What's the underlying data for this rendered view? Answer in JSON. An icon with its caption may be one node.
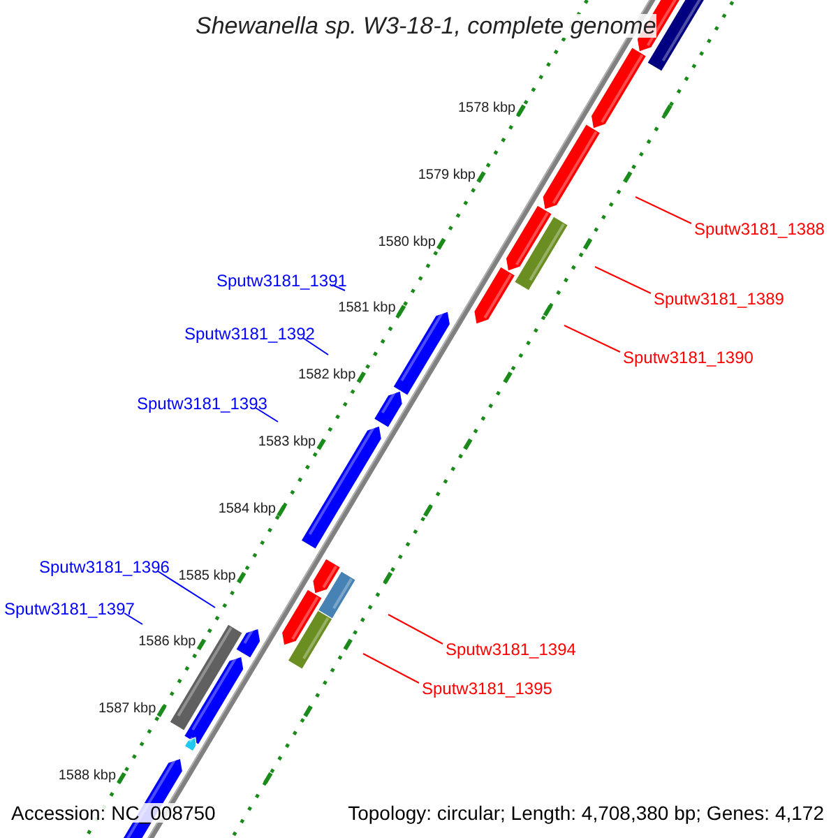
{
  "diagram": {
    "title": "Shewanella sp. W3-18-1, complete genome",
    "nodes": [
      {
        "text": [
          "Sputw3181_1388"
        ]
      },
      {
        "text": [
          "Sputw3181_1391"
        ]
      },
      {
        "text": [
          "Sputw3181_1389"
        ]
      },
      {
        "text": [
          "Sputw3181_1392"
        ]
      },
      {
        "text": [
          "Sputw3181_1390"
        ]
      },
      {
        "text": [
          "Sputw3181_1393"
        ]
      },
      {
        "text": [
          "Sputw3181_1396"
        ]
      },
      {
        "text": [
          "Sputw3181_1397"
        ]
      },
      {
        "text": [
          "Sputw3181_1394"
        ]
      },
      {
        "text": [
          "Sputw3181_1395"
        ]
      }
    ],
    "edges": [
      {
        "from": 0,
        "to": null,
        "arrow": "none",
        "color": "#ff0000"
      },
      {
        "from": 1,
        "to": null,
        "arrow": "none",
        "color": "#0000ff"
      },
      {
        "from": 2,
        "to": null,
        "arrow": "none",
        "color": "#ff0000"
      },
      {
        "from": 3,
        "to": null,
        "arrow": "none",
        "color": "#0000ff"
      },
      {
        "from": 4,
        "to": null,
        "arrow": "none",
        "color": "#ff0000"
      },
      {
        "from": 5,
        "to": null,
        "arrow": "none",
        "color": "#0000ff"
      },
      {
        "from": 6,
        "to": null,
        "arrow": "none",
        "color": "#0000ff"
      },
      {
        "from": 7,
        "to": null,
        "arrow": "none",
        "color": "#0000ff"
      },
      {
        "from": 8,
        "to": null,
        "arrow": "none",
        "color": "#ff0000"
      },
      {
        "from": 9,
        "to": null,
        "arrow": "none",
        "color": "#ff0000"
      }
    ],
    "labels": [
      "1578 kbp",
      "1579 kbp",
      "1580 kbp",
      "1581 kbp",
      "1582 kbp",
      "1583 kbp",
      "1584 kbp",
      "1585 kbp",
      "1586 kbp",
      "1587 kbp",
      "1588 kbp",
      "Accession: NC_008750",
      "Topology: circular; Length: 4,708,380 bp; Genes: 4,172"
    ]
  }
}
